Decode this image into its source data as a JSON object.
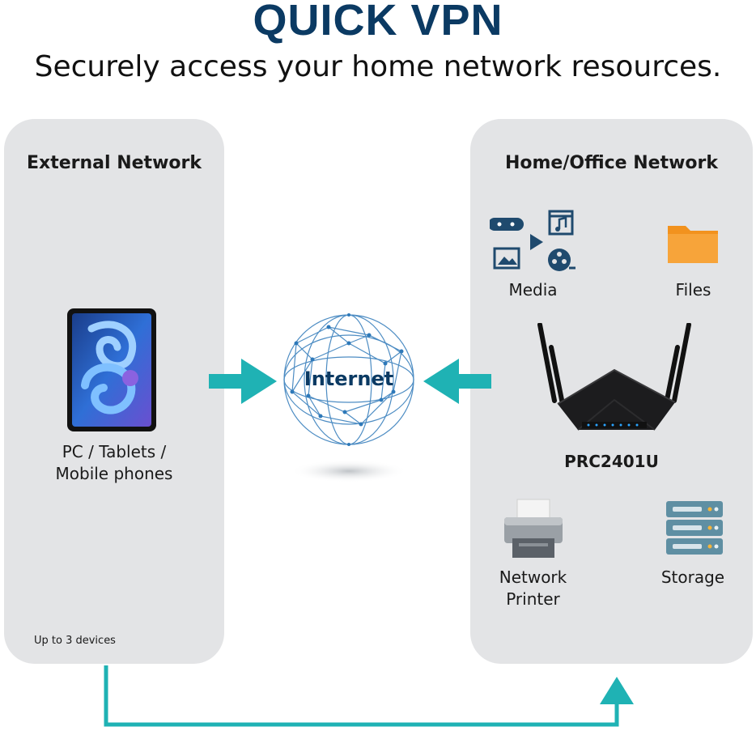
{
  "header": {
    "title": "QUICK VPN",
    "subtitle": "Securely access your home network resources."
  },
  "external": {
    "title": "External Network",
    "device_label_line1": "PC / Tablets /",
    "device_label_line2": "Mobile phones",
    "note": "Up to 3 devices"
  },
  "internet": {
    "label": "Internet"
  },
  "home": {
    "title": "Home/Office Network",
    "media_label": "Media",
    "files_label": "Files",
    "router_model": "PRC2401U",
    "printer_label_line1": "Network",
    "printer_label_line2": "Printer",
    "storage_label": "Storage"
  },
  "colors": {
    "title": "#0b3a63",
    "arrow": "#1fb2b4",
    "panel": "#e3e4e6",
    "folder": "#f2921e",
    "media_icon": "#1f4a6e"
  }
}
